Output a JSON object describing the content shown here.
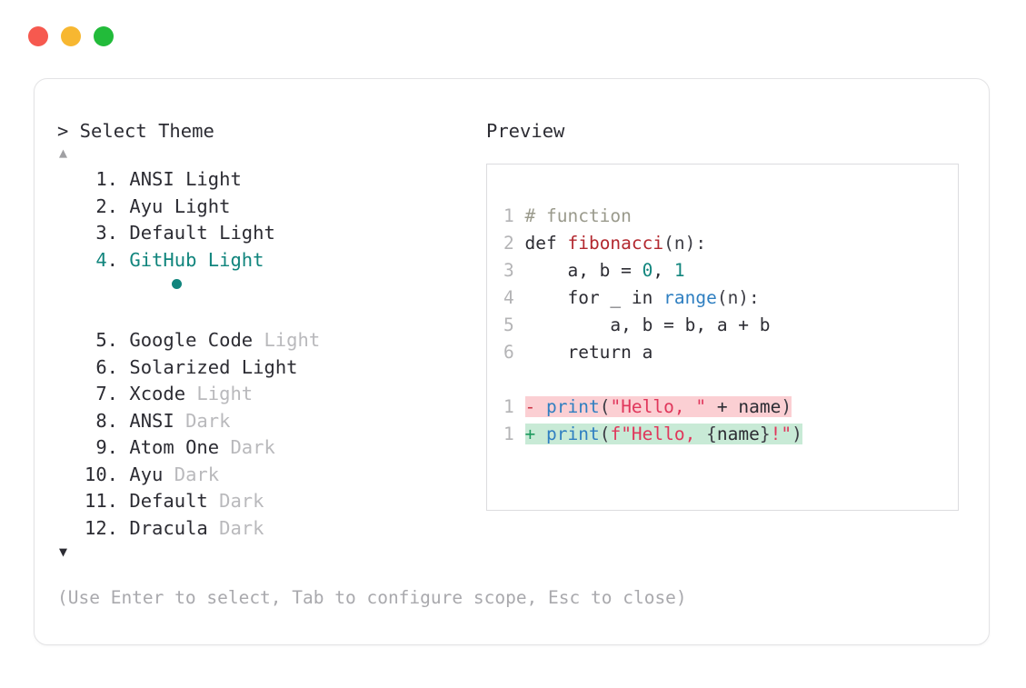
{
  "window": {
    "traffic_lights": [
      {
        "name": "close-button",
        "color": "#f6594f"
      },
      {
        "name": "minimize-button",
        "color": "#f7b731"
      },
      {
        "name": "maximize-button",
        "color": "#22bb3a"
      }
    ]
  },
  "accent_color": "#11857d",
  "left": {
    "header": "> Select Theme",
    "scroll_up": "▲",
    "scroll_down": "▼",
    "selected_index": 4,
    "items": [
      {
        "index": "1",
        "name": "ANSI",
        "variant": "Light",
        "variant_muted": false,
        "selected": false
      },
      {
        "index": "2",
        "name": "Ayu",
        "variant": "Light",
        "variant_muted": false,
        "selected": false
      },
      {
        "index": "3",
        "name": "Default",
        "variant": "Light",
        "variant_muted": false,
        "selected": false
      },
      {
        "index": "4",
        "name": "GitHub",
        "variant": "Light",
        "variant_muted": false,
        "selected": true
      },
      {
        "index": "5",
        "name": "Google Code",
        "variant": "Light",
        "variant_muted": true,
        "selected": false
      },
      {
        "index": "6",
        "name": "Solarized",
        "variant": "Light",
        "variant_muted": false,
        "selected": false
      },
      {
        "index": "7",
        "name": "Xcode",
        "variant": "Light",
        "variant_muted": true,
        "selected": false
      },
      {
        "index": "8",
        "name": "ANSI",
        "variant": "Dark",
        "variant_muted": true,
        "selected": false
      },
      {
        "index": "9",
        "name": "Atom One",
        "variant": "Dark",
        "variant_muted": true,
        "selected": false
      },
      {
        "index": "10",
        "name": "Ayu",
        "variant": "Dark",
        "variant_muted": true,
        "selected": false
      },
      {
        "index": "11",
        "name": "Default",
        "variant": "Dark",
        "variant_muted": true,
        "selected": false
      },
      {
        "index": "12",
        "name": "Dracula",
        "variant": "Dark",
        "variant_muted": true,
        "selected": false
      }
    ],
    "footer_hint": "(Use Enter to select, Tab to configure scope, Esc to close)"
  },
  "right": {
    "label": "Preview",
    "code": {
      "lines": [
        {
          "ln": "1",
          "text": "# function"
        },
        {
          "ln": "2",
          "text": "def fibonacci(n):"
        },
        {
          "ln": "3",
          "text": "    a, b = 0, 1"
        },
        {
          "ln": "4",
          "text": "    for _ in range(n):"
        },
        {
          "ln": "5",
          "text": "        a, b = b, a + b"
        },
        {
          "ln": "6",
          "text": "    return a"
        }
      ],
      "tokens": {
        "l1_comment": "# function",
        "l2_def": "def ",
        "l2_fn": "fibonacci",
        "l2_rest": "(n):",
        "l3_pre": "    a, b = ",
        "l3_n0": "0",
        "l3_mid": ", ",
        "l3_n1": "1",
        "l4_pre": "    for _ in ",
        "l4_builtin": "range",
        "l4_rest": "(n):",
        "l5_text": "        a, b = b, a + b",
        "l6_text": "    return a"
      }
    },
    "diff": {
      "removed": {
        "ln": "1",
        "sign": "-",
        "fn": "print",
        "open": "(",
        "string": "\"Hello, \"",
        "mid": " + name",
        "close": ")"
      },
      "added": {
        "ln": "1",
        "sign": "+",
        "fn": "print",
        "open": "(",
        "string_f": "f\"Hello, ",
        "brace_open": "{",
        "var": "name",
        "brace_close": "}",
        "bang": "!",
        "quote": "\"",
        "close": ")"
      },
      "colors": {
        "removed_bg": "#fbcfd3",
        "added_bg": "#c8ead6"
      }
    }
  }
}
